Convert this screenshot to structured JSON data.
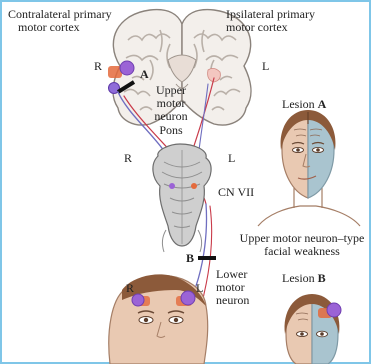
{
  "labels": {
    "contralateral_line1": "Contralateral primary",
    "contralateral_line2": "motor cortex",
    "ipsilateral_line1": "Ipsilateral primary",
    "ipsilateral_line2": "motor cortex",
    "cortex_left_side": "R",
    "cortex_right_side": "L",
    "lesion_a_marker": "A",
    "upper_motor_neuron_line1": "Upper",
    "upper_motor_neuron_line2": "motor",
    "upper_motor_neuron_line3": "neuron",
    "pons": "Pons",
    "pons_left_side": "R",
    "pons_right_side": "L",
    "cn_vii": "CN VII",
    "lesion_b_marker": "B",
    "lower_motor_neuron_line1": "Lower",
    "lower_motor_neuron_line2": "motor",
    "lower_motor_neuron_line3": "neuron",
    "face_left_side": "R",
    "face_right_side": "L",
    "lesion_a_title_prefix": "Lesion ",
    "lesion_a_title_letter": "A",
    "lesion_a_caption_line1": "Upper motor neuron–type",
    "lesion_a_caption_line2": "facial weakness",
    "lesion_b_title_prefix": "Lesion ",
    "lesion_b_title_letter": "B"
  },
  "colors": {
    "border": "#7fc6e8",
    "skin": "#e9c9b2",
    "skin_shadow": "#d7ab8f",
    "paralysis": "#a9c4cf",
    "tract_blue": "#6f6ec0",
    "tract_red": "#c93b4a",
    "nucleus_purple": "#9b63d6",
    "nucleus_orange": "#e46a3c",
    "brain_fold": "#c8c2bc",
    "brainstem": "#bdbdbd"
  },
  "icons": [
    "brain-coronal-icon",
    "brainstem-icon",
    "face-icon"
  ]
}
